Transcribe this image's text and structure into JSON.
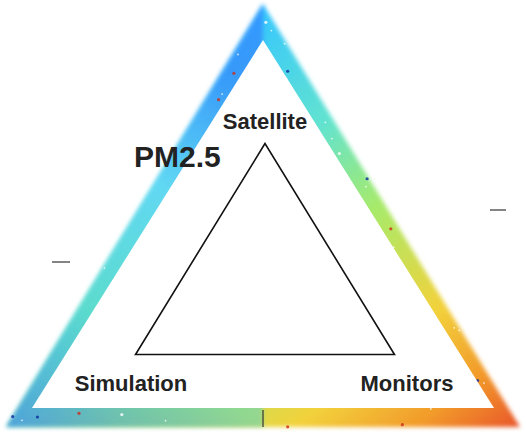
{
  "diagram": {
    "nodes": [
      {
        "text": [
          "Satellite",
          "Simulation",
          "Monitors"
        ]
      },
      {
        "text": [
          "PM2.5"
        ],
        "in": 0
      }
    ]
  }
}
